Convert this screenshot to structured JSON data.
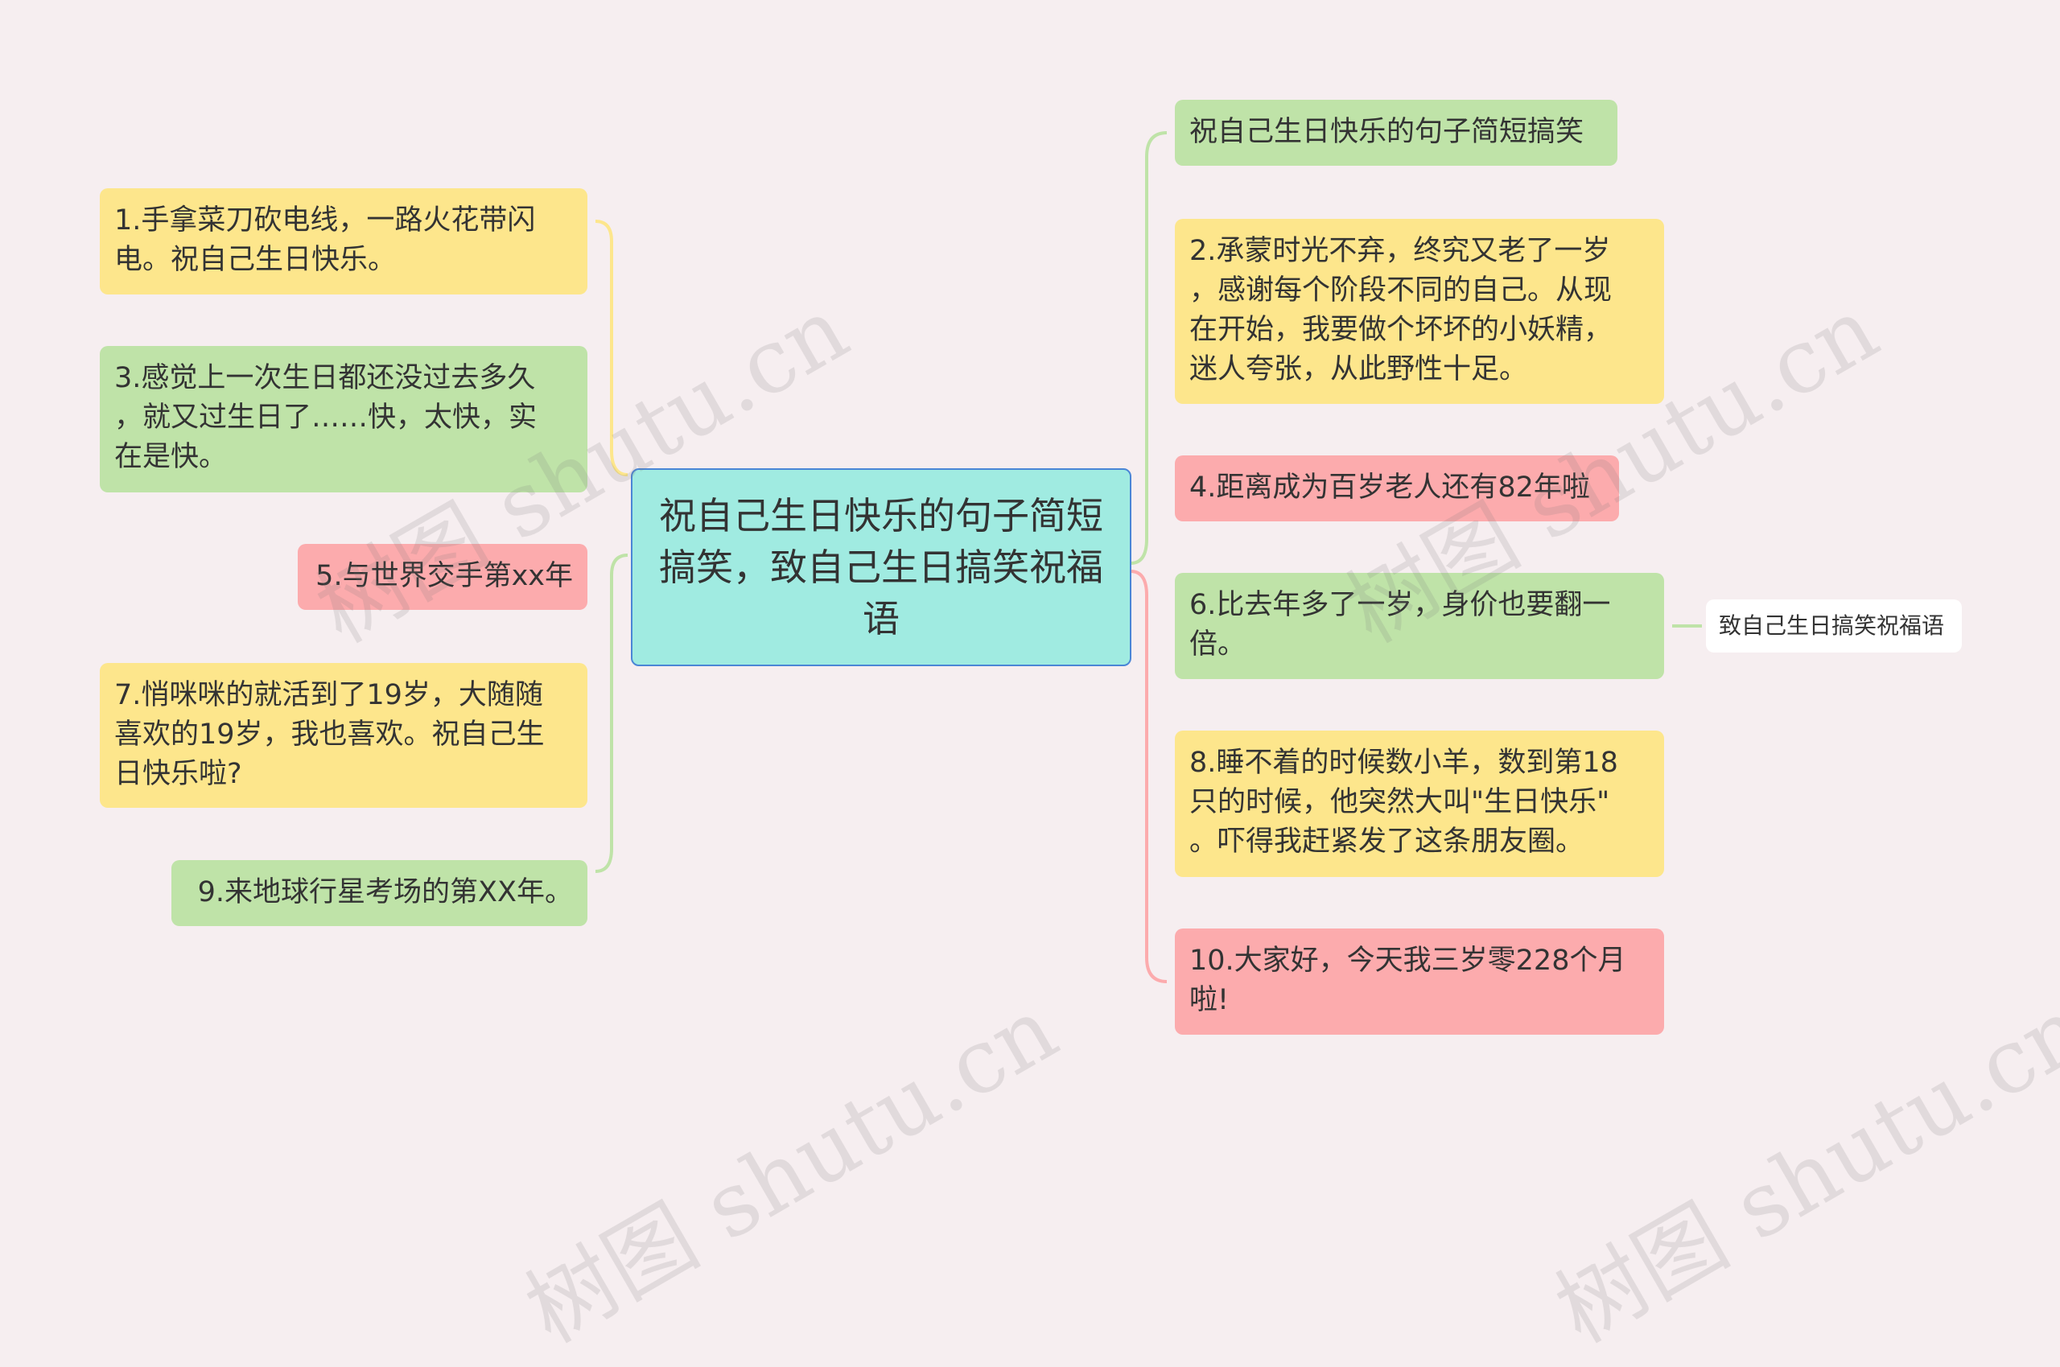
{
  "colors": {
    "background": "#f6eef0",
    "root_fill": "#a0ebe1",
    "root_border": "#4a86d6",
    "yellow": "#fde68c",
    "green": "#bfe3a8",
    "red": "#fcabad",
    "link_yellow": "#fde68c",
    "link_green": "#bfe3a8",
    "link_red": "#fcabad"
  },
  "root": {
    "text": "祝自己生日快乐的句子简短搞笑，致自己生日搞笑祝福语"
  },
  "left_nodes": [
    {
      "text": "1.手拿菜刀砍电线，一路火花带闪\n电。祝自己生日快乐。",
      "color": "yellow"
    },
    {
      "text": "3.感觉上一次生日都还没过去多久\n，就又过生日了……快，太快，实\n在是快。",
      "color": "green"
    },
    {
      "text": "5.与世界交手第xx年",
      "color": "red"
    },
    {
      "text": "7.悄咪咪的就活到了19岁，大随随\n喜欢的19岁，我也喜欢。祝自己生\n日快乐啦?",
      "color": "yellow"
    },
    {
      "text": "9.来地球行星考场的第XX年。",
      "color": "green"
    }
  ],
  "right_nodes": [
    {
      "text": "祝自己生日快乐的句子简短搞笑",
      "color": "green"
    },
    {
      "text": "2.承蒙时光不弃，终究又老了一岁\n，感谢每个阶段不同的自己。从现\n在开始，我要做个坏坏的小妖精，\n迷人夸张，从此野性十足。",
      "color": "yellow"
    },
    {
      "text": "4.距离成为百岁老人还有82年啦",
      "color": "red"
    },
    {
      "text": "6.比去年多了一岁，身价也要翻一\n倍。",
      "color": "green"
    },
    {
      "text": "8.睡不着的时候数小羊，数到第18\n只的时候，他突然大叫\"生日快乐\"\n。吓得我赶紧发了这条朋友圈。",
      "color": "yellow"
    },
    {
      "text": "10.大家好，今天我三岁零228个月\n啦!",
      "color": "red"
    }
  ],
  "sub_node": {
    "text": "致自己生日搞笑祝福语"
  },
  "watermark": {
    "text": "树图 shutu.cn"
  }
}
